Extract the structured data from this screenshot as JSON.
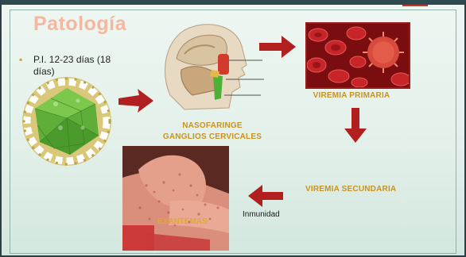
{
  "slide": {
    "title": "Patología",
    "bullet": "P.I. 12-23 días (18 días)",
    "labels": {
      "nasofaringe": "NASOFARINGE",
      "ganglios": "GANGLIOS CERVICALES",
      "viremia_primaria": "VIREMIA PRIMARIA",
      "viremia_secundaria": "VIREMIA SECUNDARIA",
      "exantemas": "EXANTEMAS",
      "inmunidad": "Inmunidad"
    }
  },
  "colors": {
    "title": "#f4b79f",
    "caption": "#c7931e",
    "arrow": "#b21f1f",
    "background": "#e3f0ea"
  },
  "icons": {
    "virus": "virus-capsid-icon",
    "head": "nasopharynx-anatomy-icon",
    "blood": "blood-cells-virus-icon",
    "rash": "rash-skin-photo"
  }
}
